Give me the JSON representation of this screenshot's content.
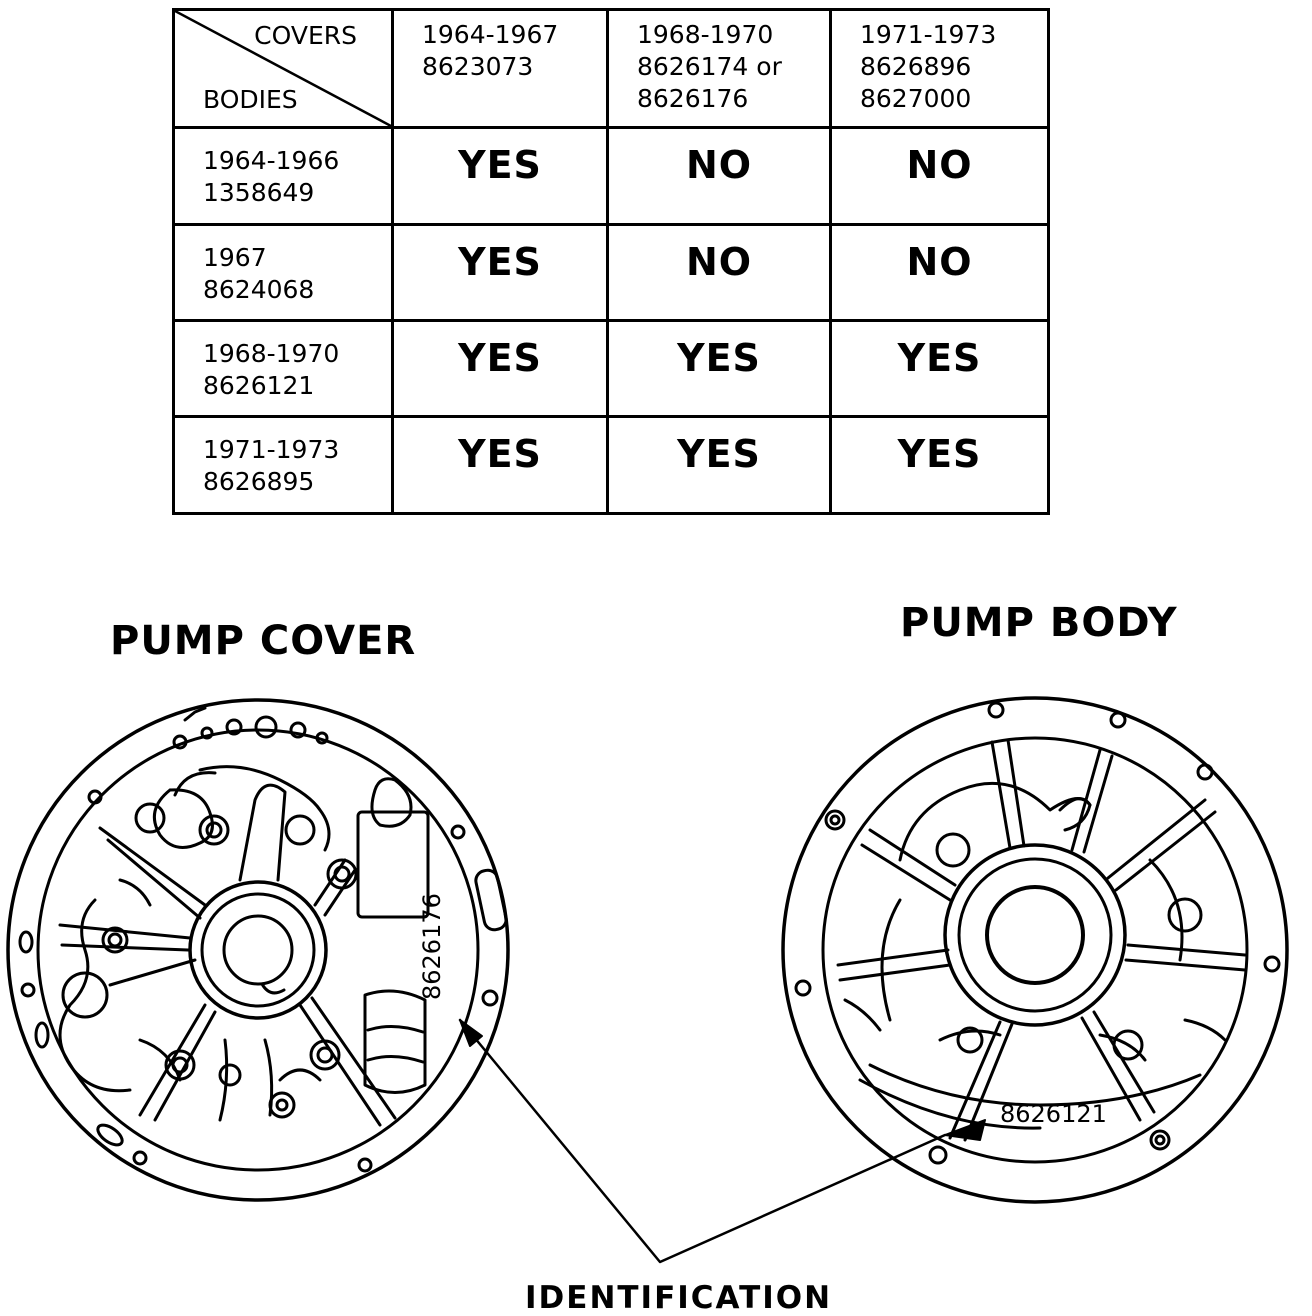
{
  "table": {
    "corner": {
      "top_label": "COVERS",
      "bottom_label": "BODIES"
    },
    "columns": [
      [
        "1964-1967",
        "8623073"
      ],
      [
        "1968-1970",
        "8626174 or",
        "8626176"
      ],
      [
        "1971-1973",
        "8626896",
        "8627000"
      ]
    ],
    "rows": [
      {
        "label": [
          "1964-1966",
          "1358649"
        ],
        "values": [
          "YES",
          "NO",
          "NO"
        ]
      },
      {
        "label": [
          "1967",
          "8624068"
        ],
        "values": [
          "YES",
          "NO",
          "NO"
        ]
      },
      {
        "label": [
          "1968-1970",
          "8626121"
        ],
        "values": [
          "YES",
          "YES",
          "YES"
        ]
      },
      {
        "label": [
          "1971-1973",
          "8626895"
        ],
        "values": [
          "YES",
          "YES",
          "YES"
        ]
      }
    ]
  },
  "diagram": {
    "cover_title": "PUMP COVER",
    "body_title": "PUMP BODY",
    "cover_part_number": "8626176",
    "body_part_number": "8626121",
    "callout_label": "IDENTIFICATION"
  }
}
